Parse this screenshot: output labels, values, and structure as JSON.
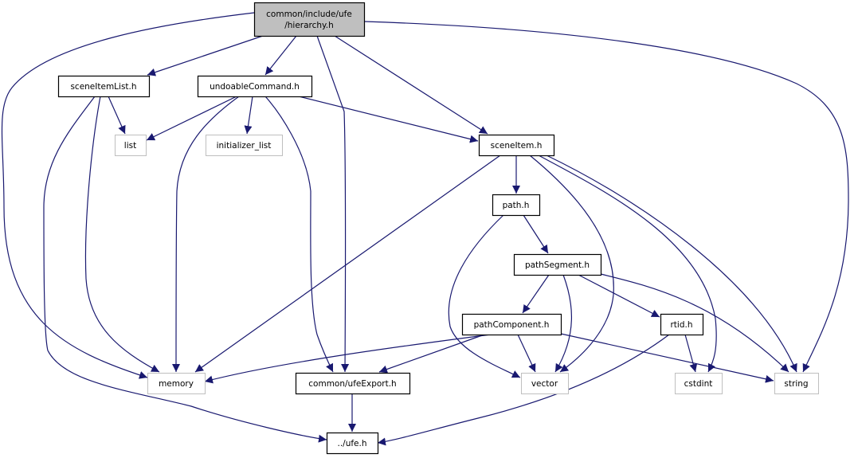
{
  "title": "common/include/ufe/hierarchy.h include dependency graph",
  "colors": {
    "edge": "#191970",
    "root_fill": "#bfbfbf",
    "node_border": "#000000",
    "external_border": "#bfbfbf"
  },
  "nodes": [
    {
      "id": "hierarchy",
      "label": [
        "common/include/ufe",
        "/hierarchy.h"
      ],
      "kind": "root"
    },
    {
      "id": "sceneItemList",
      "label": [
        "sceneItemList.h"
      ],
      "kind": "local"
    },
    {
      "id": "undoableCommand",
      "label": [
        "undoableCommand.h"
      ],
      "kind": "local"
    },
    {
      "id": "list",
      "label": [
        "list"
      ],
      "kind": "external"
    },
    {
      "id": "initializer_list",
      "label": [
        "initializer_list"
      ],
      "kind": "external"
    },
    {
      "id": "sceneItem",
      "label": [
        "sceneItem.h"
      ],
      "kind": "local"
    },
    {
      "id": "path",
      "label": [
        "path.h"
      ],
      "kind": "local"
    },
    {
      "id": "pathSegment",
      "label": [
        "pathSegment.h"
      ],
      "kind": "local"
    },
    {
      "id": "pathComponent",
      "label": [
        "pathComponent.h"
      ],
      "kind": "local"
    },
    {
      "id": "rtid",
      "label": [
        "rtid.h"
      ],
      "kind": "local"
    },
    {
      "id": "memory",
      "label": [
        "memory"
      ],
      "kind": "external"
    },
    {
      "id": "ufeExport",
      "label": [
        "common/ufeExport.h"
      ],
      "kind": "local"
    },
    {
      "id": "vector",
      "label": [
        "vector"
      ],
      "kind": "external"
    },
    {
      "id": "cstdint",
      "label": [
        "cstdint"
      ],
      "kind": "external"
    },
    {
      "id": "string",
      "label": [
        "string"
      ],
      "kind": "external"
    },
    {
      "id": "ufe",
      "label": [
        "../ufe.h"
      ],
      "kind": "local"
    }
  ],
  "edges": [
    {
      "from": "hierarchy",
      "to": "memory"
    },
    {
      "from": "hierarchy",
      "to": "sceneItemList"
    },
    {
      "from": "hierarchy",
      "to": "undoableCommand"
    },
    {
      "from": "hierarchy",
      "to": "ufeExport"
    },
    {
      "from": "hierarchy",
      "to": "sceneItem"
    },
    {
      "from": "hierarchy",
      "to": "string"
    },
    {
      "from": "sceneItemList",
      "to": "list"
    },
    {
      "from": "sceneItemList",
      "to": "memory"
    },
    {
      "from": "sceneItemList",
      "to": "ufe"
    },
    {
      "from": "undoableCommand",
      "to": "list"
    },
    {
      "from": "undoableCommand",
      "to": "initializer_list"
    },
    {
      "from": "undoableCommand",
      "to": "memory"
    },
    {
      "from": "undoableCommand",
      "to": "ufeExport"
    },
    {
      "from": "undoableCommand",
      "to": "sceneItem"
    },
    {
      "from": "sceneItem",
      "to": "path"
    },
    {
      "from": "sceneItem",
      "to": "memory"
    },
    {
      "from": "sceneItem",
      "to": "vector"
    },
    {
      "from": "sceneItem",
      "to": "cstdint"
    },
    {
      "from": "sceneItem",
      "to": "string"
    },
    {
      "from": "path",
      "to": "pathSegment"
    },
    {
      "from": "path",
      "to": "vector"
    },
    {
      "from": "pathSegment",
      "to": "pathComponent"
    },
    {
      "from": "pathSegment",
      "to": "vector"
    },
    {
      "from": "pathSegment",
      "to": "rtid"
    },
    {
      "from": "pathSegment",
      "to": "string"
    },
    {
      "from": "pathComponent",
      "to": "memory"
    },
    {
      "from": "pathComponent",
      "to": "ufeExport"
    },
    {
      "from": "pathComponent",
      "to": "vector"
    },
    {
      "from": "pathComponent",
      "to": "string"
    },
    {
      "from": "rtid",
      "to": "cstdint"
    },
    {
      "from": "rtid",
      "to": "ufe"
    },
    {
      "from": "ufeExport",
      "to": "ufe"
    }
  ]
}
